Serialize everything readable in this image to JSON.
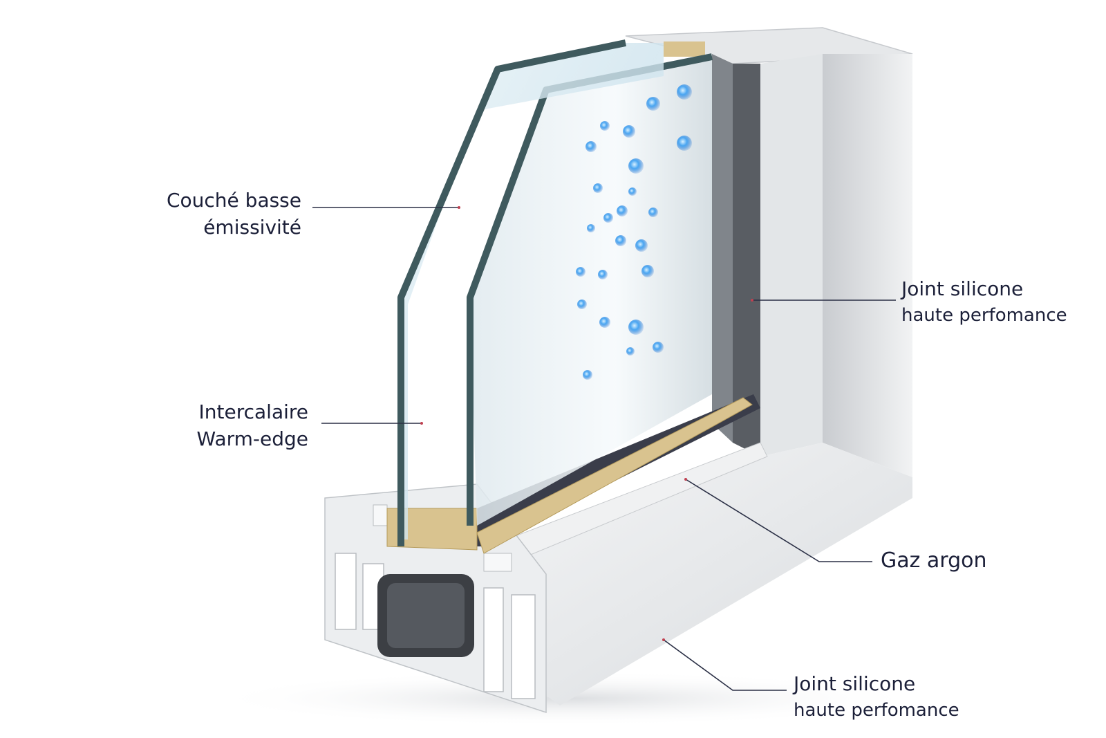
{
  "diagram": {
    "subject": "Cross-section of a PVC window frame with double glazing",
    "callouts": [
      {
        "id": "couche",
        "lines": [
          "Couché basse",
          "émissivité"
        ]
      },
      {
        "id": "intercalaire",
        "lines": [
          "Intercalaire",
          "Warm-edge"
        ]
      },
      {
        "id": "joint_top",
        "lines": [
          "Joint silicone",
          "haute perfomance"
        ]
      },
      {
        "id": "gaz",
        "lines": [
          "Gaz argon"
        ]
      },
      {
        "id": "joint_bottom",
        "lines": [
          "Joint silicone",
          "haute perfomance"
        ]
      }
    ]
  },
  "colors": {
    "background": "#ffffff",
    "text": "#1b1f38",
    "leader_line": "#2a2f45",
    "frame_light": "#eef0f2",
    "frame_shadow": "#b9bdc3",
    "glass_edge": "#3f5a5e",
    "glass_tint": "#dcecf3",
    "spacer": "#d9c38f",
    "argon_dot": "#2f8ee8"
  }
}
